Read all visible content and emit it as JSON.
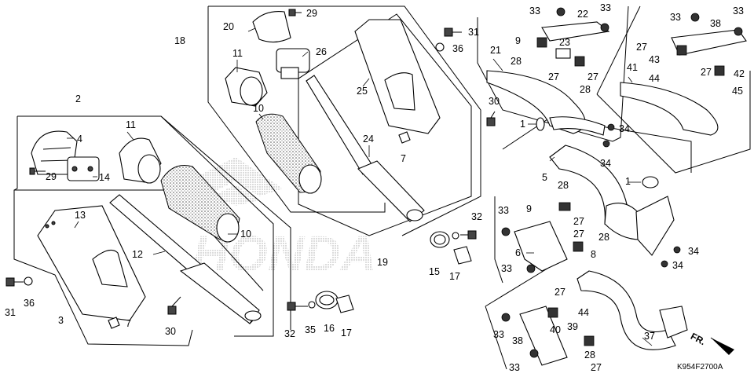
{
  "diagram_code": "K954F2700A",
  "direction_label": "FR.",
  "brand_watermark": "HONDA",
  "callouts": [
    {
      "id": "c1a",
      "text": "1"
    },
    {
      "id": "c1b",
      "text": "1"
    },
    {
      "id": "c2",
      "text": "2"
    },
    {
      "id": "c3",
      "text": "3"
    },
    {
      "id": "c4",
      "text": "4"
    },
    {
      "id": "c5",
      "text": "5"
    },
    {
      "id": "c6",
      "text": "6"
    },
    {
      "id": "c7a",
      "text": "7"
    },
    {
      "id": "c7b",
      "text": "7"
    },
    {
      "id": "c8",
      "text": "8"
    },
    {
      "id": "c9a",
      "text": "9"
    },
    {
      "id": "c9b",
      "text": "9"
    },
    {
      "id": "c10a",
      "text": "10"
    },
    {
      "id": "c10b",
      "text": "10"
    },
    {
      "id": "c11a",
      "text": "11"
    },
    {
      "id": "c11b",
      "text": "11"
    },
    {
      "id": "c12",
      "text": "12"
    },
    {
      "id": "c13",
      "text": "13"
    },
    {
      "id": "c14",
      "text": "14"
    },
    {
      "id": "c15",
      "text": "15"
    },
    {
      "id": "c16",
      "text": "16"
    },
    {
      "id": "c17a",
      "text": "17"
    },
    {
      "id": "c17b",
      "text": "17"
    },
    {
      "id": "c18",
      "text": "18"
    },
    {
      "id": "c19",
      "text": "19"
    },
    {
      "id": "c20",
      "text": "20"
    },
    {
      "id": "c21",
      "text": "21"
    },
    {
      "id": "c22",
      "text": "22"
    },
    {
      "id": "c23",
      "text": "23"
    },
    {
      "id": "c24",
      "text": "24"
    },
    {
      "id": "c25",
      "text": "25"
    },
    {
      "id": "c26",
      "text": "26"
    },
    {
      "id": "c27a",
      "text": "27"
    },
    {
      "id": "c27b",
      "text": "27"
    },
    {
      "id": "c27c",
      "text": "27"
    },
    {
      "id": "c27d",
      "text": "27"
    },
    {
      "id": "c27e",
      "text": "27"
    },
    {
      "id": "c27f",
      "text": "27"
    },
    {
      "id": "c27g",
      "text": "27"
    },
    {
      "id": "c27h",
      "text": "27"
    },
    {
      "id": "c28a",
      "text": "28"
    },
    {
      "id": "c28b",
      "text": "28"
    },
    {
      "id": "c28c",
      "text": "28"
    },
    {
      "id": "c28d",
      "text": "28"
    },
    {
      "id": "c29a",
      "text": "29"
    },
    {
      "id": "c29b",
      "text": "29"
    },
    {
      "id": "c30a",
      "text": "30"
    },
    {
      "id": "c30b",
      "text": "30"
    },
    {
      "id": "c31a",
      "text": "31"
    },
    {
      "id": "c31b",
      "text": "31"
    },
    {
      "id": "c32a",
      "text": "32"
    },
    {
      "id": "c32b",
      "text": "32"
    },
    {
      "id": "c33a",
      "text": "33"
    },
    {
      "id": "c33b",
      "text": "33"
    },
    {
      "id": "c33c",
      "text": "33"
    },
    {
      "id": "c33d",
      "text": "33"
    },
    {
      "id": "c33e",
      "text": "33"
    },
    {
      "id": "c33f",
      "text": "33"
    },
    {
      "id": "c33g",
      "text": "33"
    },
    {
      "id": "c33h",
      "text": "33"
    },
    {
      "id": "c34a",
      "text": "34"
    },
    {
      "id": "c34b",
      "text": "34"
    },
    {
      "id": "c34c",
      "text": "34"
    },
    {
      "id": "c34d",
      "text": "34"
    },
    {
      "id": "c35",
      "text": "35"
    },
    {
      "id": "c36a",
      "text": "36"
    },
    {
      "id": "c36b",
      "text": "36"
    },
    {
      "id": "c37",
      "text": "37"
    },
    {
      "id": "c38a",
      "text": "38"
    },
    {
      "id": "c38b",
      "text": "38"
    },
    {
      "id": "c39",
      "text": "39"
    },
    {
      "id": "c40",
      "text": "40"
    },
    {
      "id": "c41",
      "text": "41"
    },
    {
      "id": "c42",
      "text": "42"
    },
    {
      "id": "c43",
      "text": "43"
    },
    {
      "id": "c44a",
      "text": "44"
    },
    {
      "id": "c44b",
      "text": "44"
    },
    {
      "id": "c45",
      "text": "45"
    }
  ]
}
